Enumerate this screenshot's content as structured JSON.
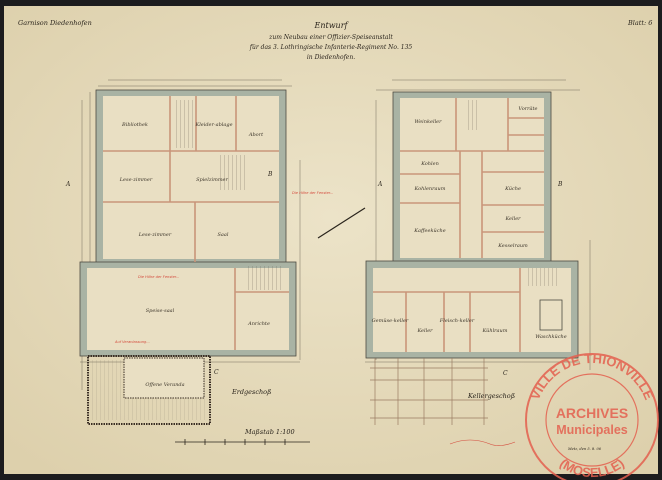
{
  "header": {
    "garrison": "Garnison Diedenhofen",
    "sheet": "Blatt: 6",
    "title": "Entwurf",
    "subtitle_1": "zum Neubau einer Offizier-Speiseanstalt",
    "subtitle_2": "für das 3. Lothringische Infanterie-Regiment No. 135",
    "subtitle_3": "in Diedenhofen."
  },
  "ground_floor": {
    "label": "Erdgeschoß",
    "rooms": [
      "Bibliothek",
      "Kleider-ablage",
      "Abort",
      "Lese-zimmer",
      "Spielzimmer",
      "Lese-zimmer",
      "Saal",
      "Speise-saal",
      "Anrichte",
      "Offene Veranda"
    ],
    "section_marks": [
      "A",
      "B",
      "C"
    ]
  },
  "basement": {
    "label": "Kellergeschoß",
    "rooms": [
      "Weinkeller",
      "Vorräte",
      "Kohlen",
      "Kohlenraum",
      "Küche",
      "Kaffeeküche",
      "Keller",
      "Kesselraum",
      "Gemüse-keller",
      "Keller",
      "Fleisch-keller",
      "Kühlraum",
      "Waschküche"
    ],
    "section_marks": [
      "A",
      "B",
      "C"
    ]
  },
  "scale": {
    "label": "Maßstab 1:100"
  },
  "annotations": {
    "red_note_1": "Die Höhe der Fenster...",
    "red_note_2": "Auf Veranlassung...",
    "signature_block": "Metz, den 5. 8. 06"
  },
  "stamp": {
    "ring_top": "VILLE DE THIONVILLE",
    "line_1": "ARCHIVES",
    "line_2": "Municipales",
    "ring_bottom": "(MOSELLE)",
    "color": "#e4604f"
  },
  "colors": {
    "paper": "#e8dec0",
    "walls": "#a9b3a4",
    "partitions": "#c9957a",
    "ink": "#2a241c"
  }
}
